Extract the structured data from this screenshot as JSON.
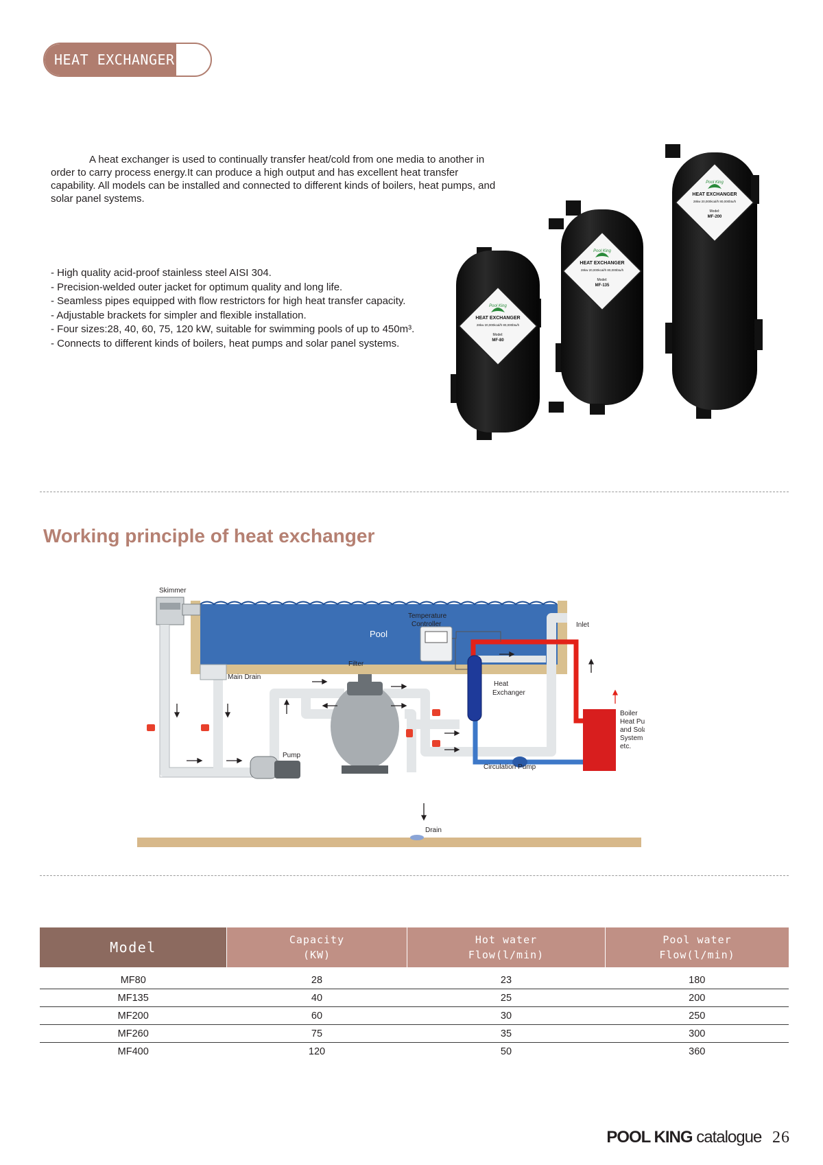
{
  "header": {
    "title": "HEAT EXCHANGER"
  },
  "intro": "A heat exchanger is used to continually transfer heat/cold from one media to another in order to carry process energy.It can produce a high output and has excellent heat transfer capability. All models can be  installed and connected to different kinds of boilers, heat pumps, and solar panel systems.",
  "features": [
    "- High quality acid-proof stainless steel AISI 304.",
    "- Precision-welded outer jacket for optimum quality and long life.",
    "- Seamless pipes equipped with flow restrictors for high heat transfer capacity.",
    "- Adjustable brackets for simpler and flexible installation.",
    "- Four sizes:28, 40, 60, 75, 120 kW, suitable for swimming pools of up to 450m³.",
    "- Connects to different kinds of boilers, heat pumps and solar panel systems."
  ],
  "products": [
    {
      "brand": "Pool King",
      "title": "HEAT EXCHANGER",
      "line1": "28kw 20,000kcal/h 80,000btu/h",
      "model_label": "Model:",
      "model": "MF-80"
    },
    {
      "brand": "Pool King",
      "title": "HEAT EXCHANGER",
      "line1": "28kw 20,000kcal/h 80,000btu/h",
      "model_label": "Model:",
      "model": "MF-135"
    },
    {
      "brand": "Pool King",
      "title": "HEAT EXCHANGER",
      "line1": "28kw 20,000kcal/h 80,000btu/h",
      "model_label": "Model:",
      "model": "MF-200"
    }
  ],
  "section_title": "Working principle of heat exchanger",
  "diagram": {
    "skimmer": "Skimmer",
    "pool": "Pool",
    "inlet": "Inlet",
    "main_drain": "Main Drain",
    "temp_controller_1": "Temperature",
    "temp_controller_2": "Controller",
    "filter": "Filter",
    "hx_1": "Heat",
    "hx_2": "Exchanger",
    "pump": "Pump",
    "circulation_pump": "Circulation Pump",
    "drain": "Drain",
    "boiler_1": "Boiler",
    "boiler_2": "Heat Pump",
    "boiler_3": "and Solar",
    "boiler_4": "System",
    "boiler_5": "etc."
  },
  "table": {
    "headers": {
      "model": "Model",
      "capacity_1": "Capacity",
      "capacity_2": "(KW)",
      "hot_1": "Hot water",
      "hot_2": "Flow(l/min)",
      "pool_1": "Pool water",
      "pool_2": "Flow(l/min)"
    },
    "rows": [
      [
        "MF80",
        "28",
        "23",
        "180"
      ],
      [
        "MF135",
        "40",
        "25",
        "200"
      ],
      [
        "MF200",
        "60",
        "30",
        "250"
      ],
      [
        "MF260",
        "75",
        "35",
        "300"
      ],
      [
        "MF400",
        "120",
        "50",
        "360"
      ]
    ]
  },
  "footer": {
    "brand": "POOL KING",
    "catalogue": "catalogue",
    "page": "26"
  },
  "colors": {
    "accent": "#b07d6f",
    "title": "#b58072",
    "pool": "#3b6fb5",
    "hot_pipe": "#e32219",
    "cold_pipe": "#3d78c8",
    "boiler": "#d81e1e"
  }
}
